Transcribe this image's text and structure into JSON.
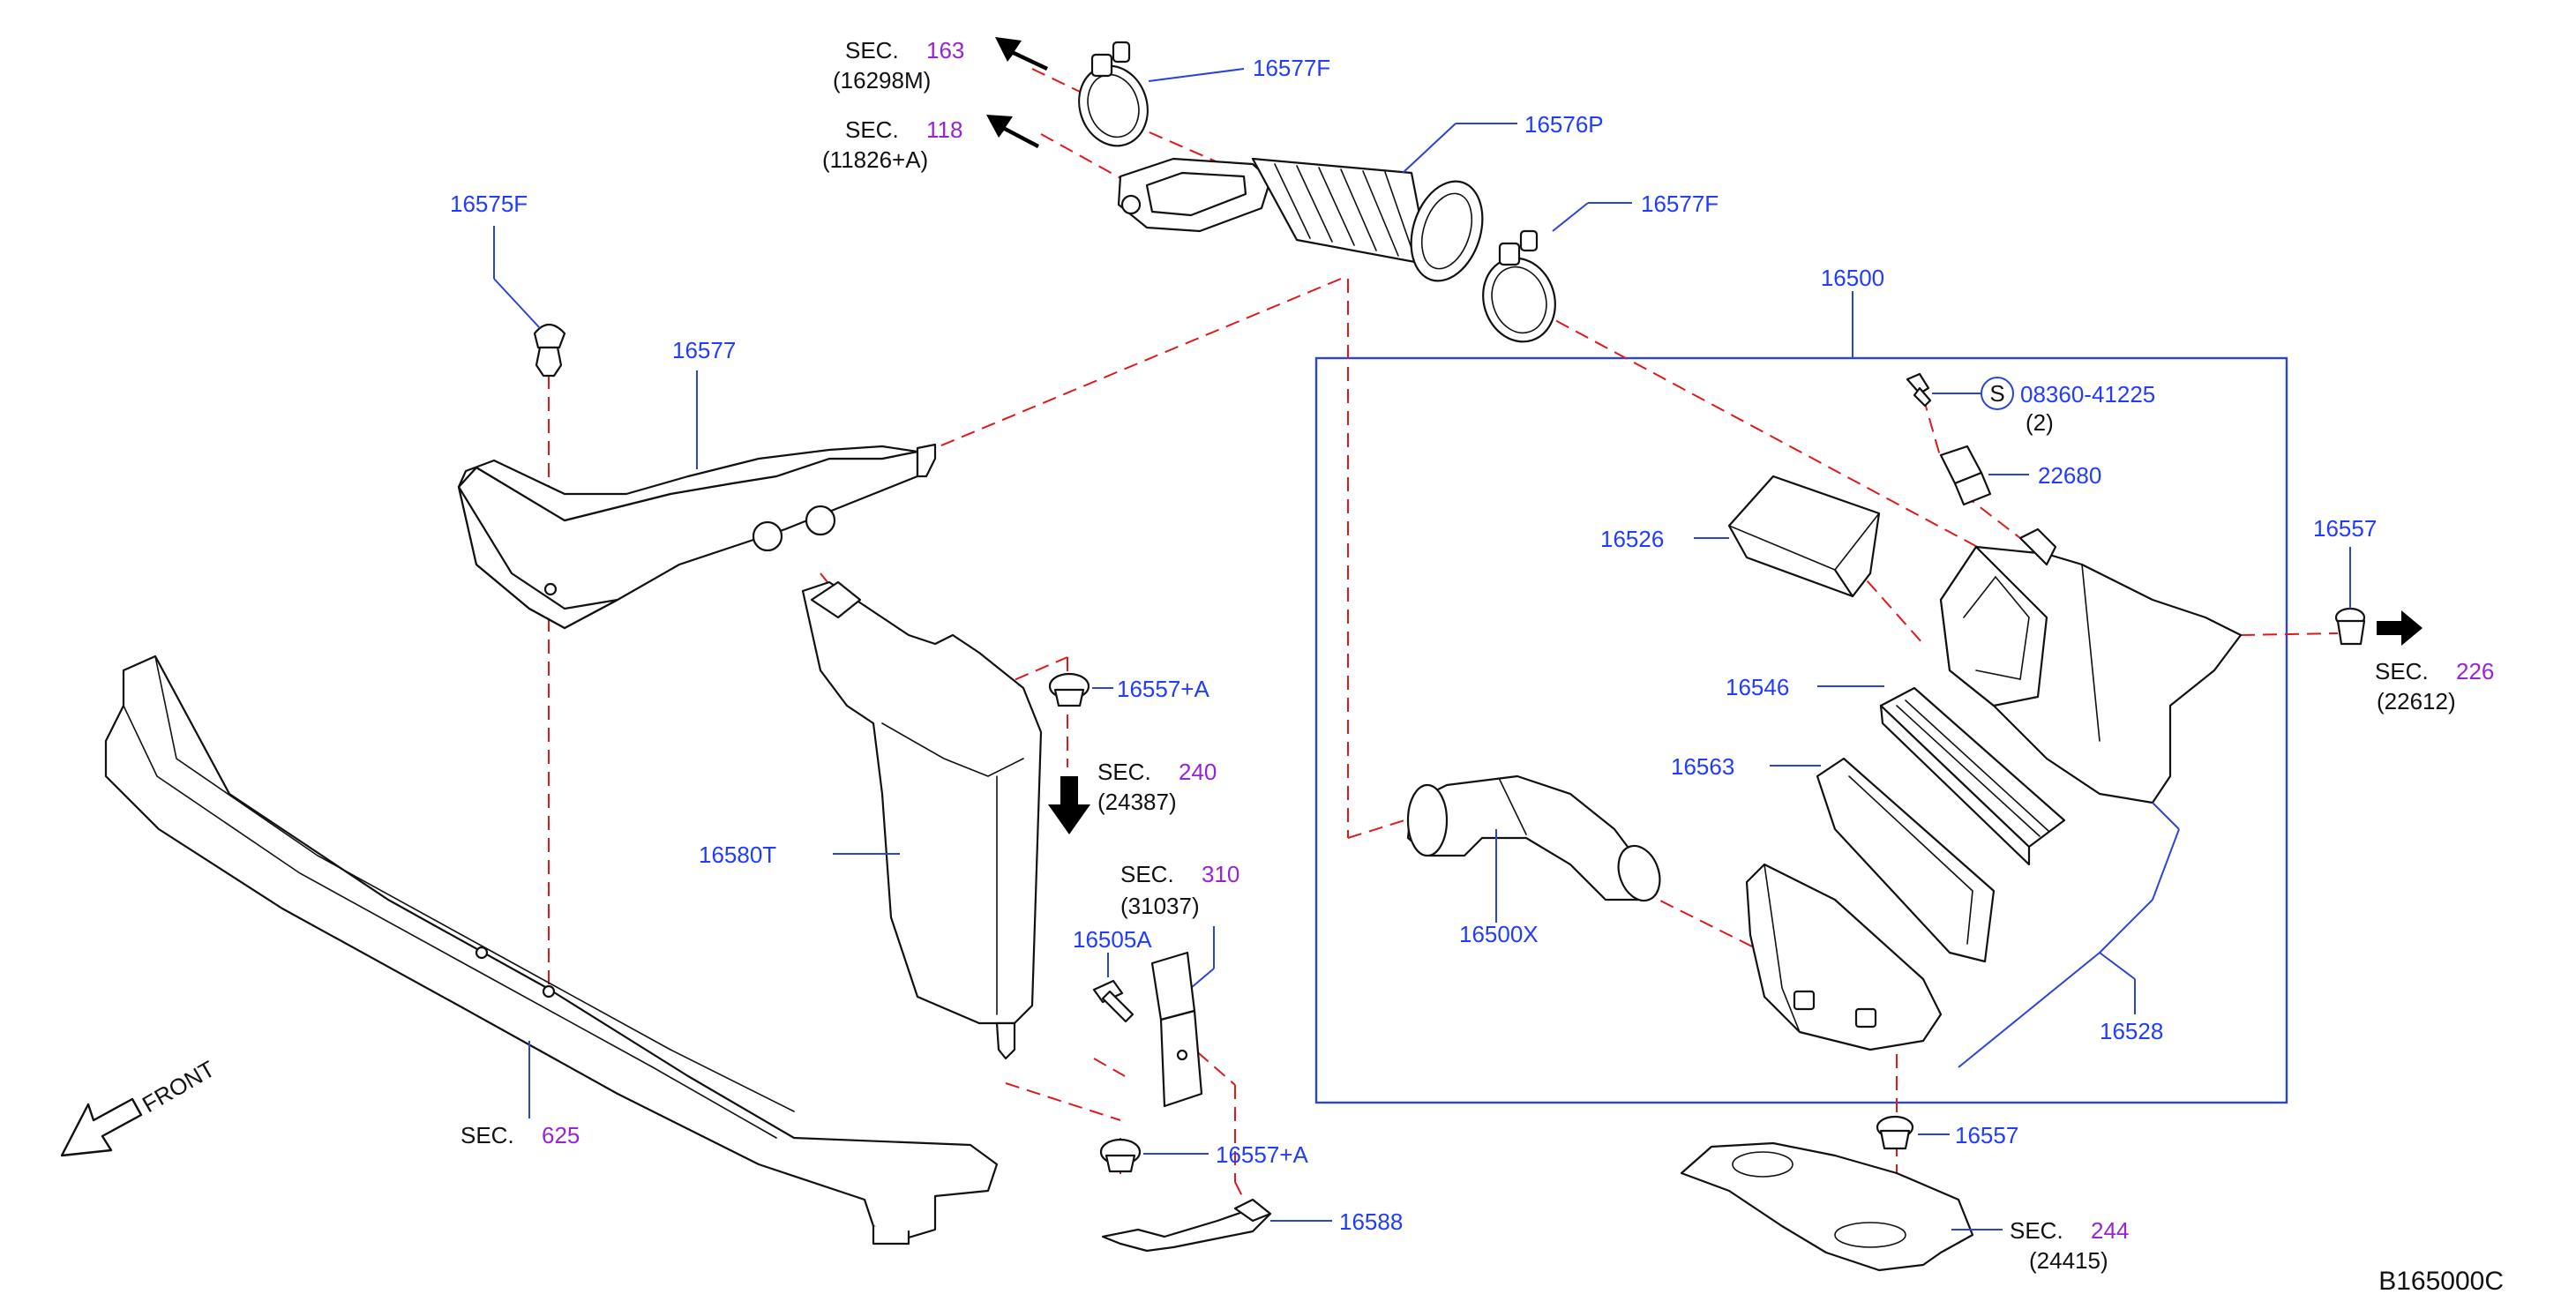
{
  "diagram_id": "B165000C",
  "direction": "FRONT",
  "sec_prefix": "SEC.",
  "assembly_label": "16500",
  "screw_symbol": "S",
  "sections": [
    {
      "num": "163",
      "code": "(16298M)"
    },
    {
      "num": "118",
      "code": "(11826+A)"
    },
    {
      "num": "240",
      "code": "(24387)"
    },
    {
      "num": "310",
      "code": "(31037)"
    },
    {
      "num": "226",
      "code": "(22612)"
    },
    {
      "num": "244",
      "code": "(24415)"
    },
    {
      "num": "625",
      "code": ""
    }
  ],
  "parts": {
    "p16577F_top": "16577F",
    "p16576P": "16576P",
    "p16577F_right": "16577F",
    "p16575F": "16575F",
    "p16577": "16577",
    "p16500": "16500",
    "p08360": "08360-41225",
    "p08360_qty": "(2)",
    "p22680": "22680",
    "p16526": "16526",
    "p16557_right": "16557",
    "p16546": "16546",
    "p16563": "16563",
    "p16557A_top": "16557+A",
    "p16580T": "16580T",
    "p16505A": "16505A",
    "p16500X": "16500X",
    "p16528": "16528",
    "p16557_bottom": "16557",
    "p16557A_bottom": "16557+A",
    "p16588": "16588"
  },
  "colors": {
    "part_number": "#1f3cff",
    "section_number": "#9a22d6",
    "leader_line": "#2a44d8",
    "dashed_line": "#e01818",
    "text": "#111111"
  }
}
